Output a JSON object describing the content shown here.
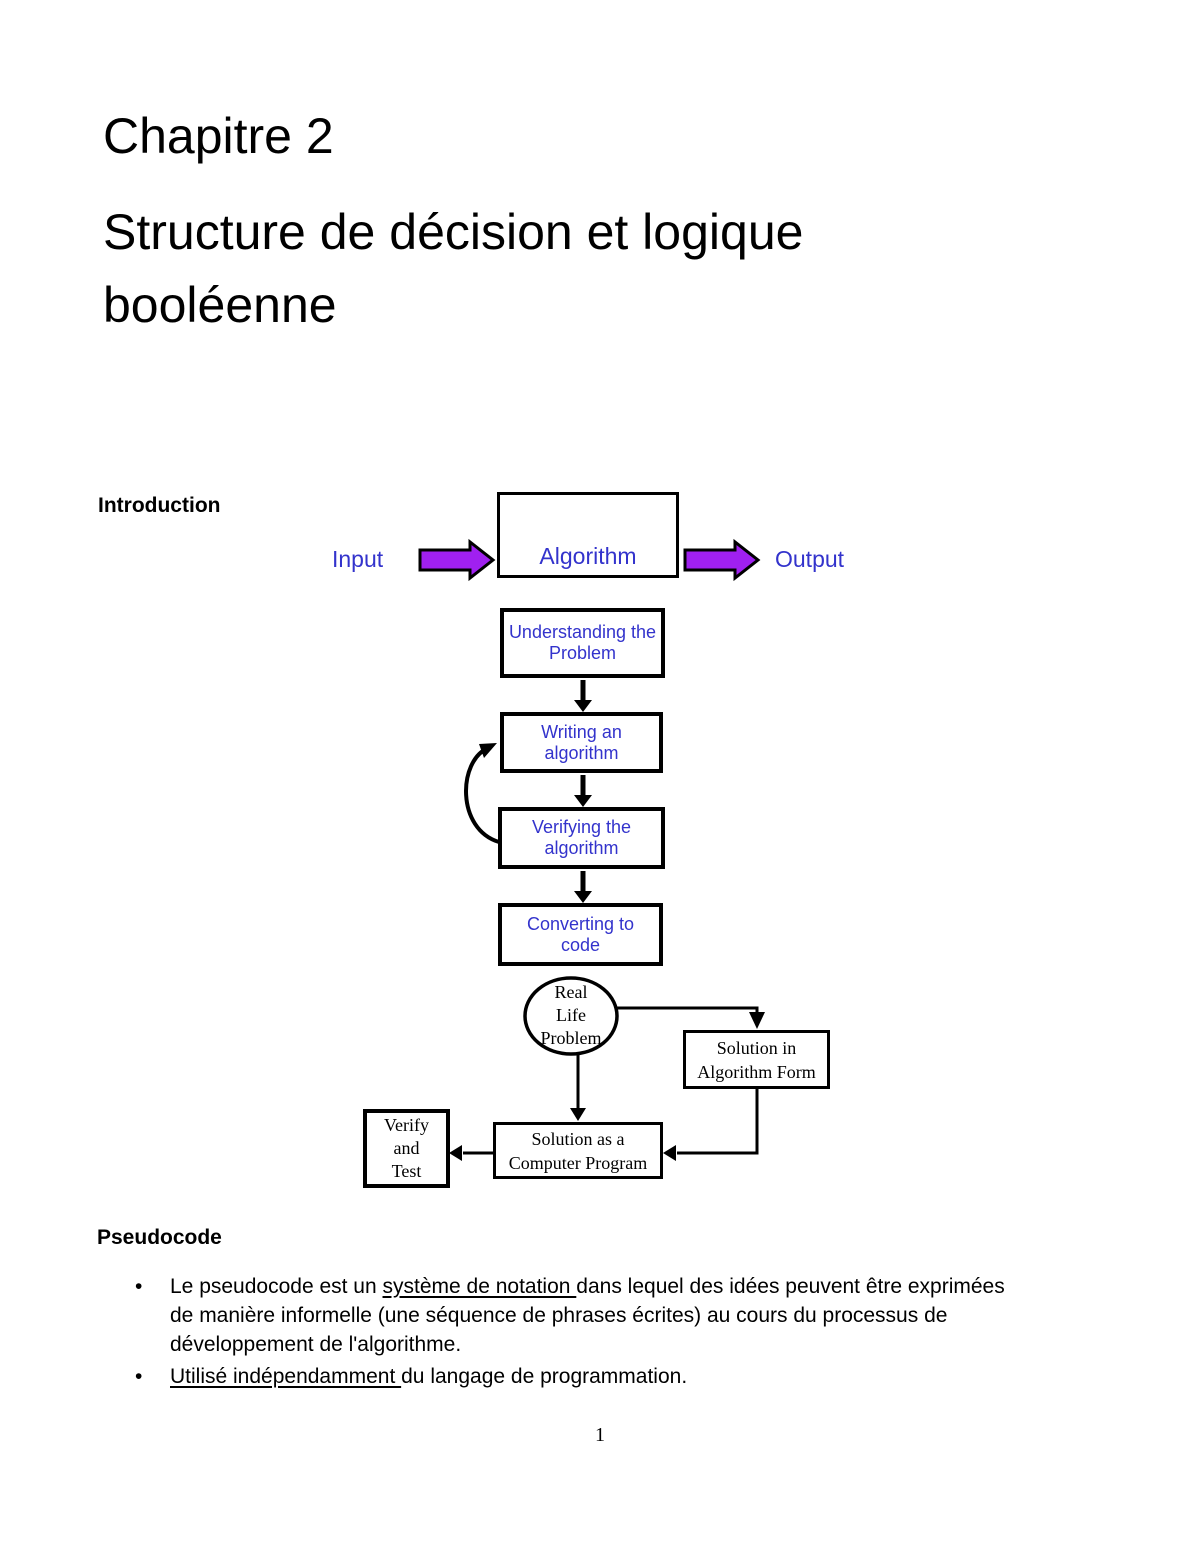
{
  "document": {
    "title_line1": "Chapitre 2",
    "title_line2": "Structure de décision et logique booléenne",
    "page_number": "1"
  },
  "colors": {
    "diagram_text": "#3333cc",
    "arrow_fill": "#a020f0"
  },
  "intro_section": {
    "heading": "Introduction"
  },
  "io_diagram": {
    "input_label": "Input",
    "algorithm_label": "Algorithm",
    "output_label": "Output"
  },
  "algorithm_flowchart": {
    "steps": [
      {
        "label": "Understanding the Problem",
        "lines": [
          "Understanding the",
          "Problem"
        ]
      },
      {
        "label": "Writing an algorithm",
        "lines": [
          "Writing an",
          "algorithm"
        ]
      },
      {
        "label": "Verifying the algorithm",
        "lines": [
          "Verifying the",
          "algorithm"
        ]
      },
      {
        "label": "Converting to code",
        "lines": [
          "Converting to",
          "code"
        ]
      }
    ]
  },
  "solution_flowchart": {
    "start": {
      "label": "Real Life Problem",
      "lines": [
        "Real",
        "Life",
        "Problem"
      ]
    },
    "algorithm_box": {
      "label": "Solution in Algorithm Form",
      "lines": [
        "Solution in",
        "Algorithm Form"
      ]
    },
    "program_box": {
      "label": "Solution as a Computer Program",
      "lines": [
        "Solution as a",
        "Computer Program"
      ]
    },
    "verify_box": {
      "label": "Verify and Test",
      "lines": [
        "Verify",
        "and",
        "Test"
      ]
    }
  },
  "pseudocode_section": {
    "heading": "Pseudocode",
    "bullet_char": "•",
    "bullets": [
      {
        "before": "Le pseudocode est un ",
        "underlined": "système de notation ",
        "after": "dans lequel des idées peuvent être exprimées de manière informelle (une séquence de phrases écrites) au cours du processus de développement de l'algorithme."
      },
      {
        "before": "",
        "underlined": "Utilisé indépendamment ",
        "after": "du langage de programmation."
      }
    ]
  }
}
